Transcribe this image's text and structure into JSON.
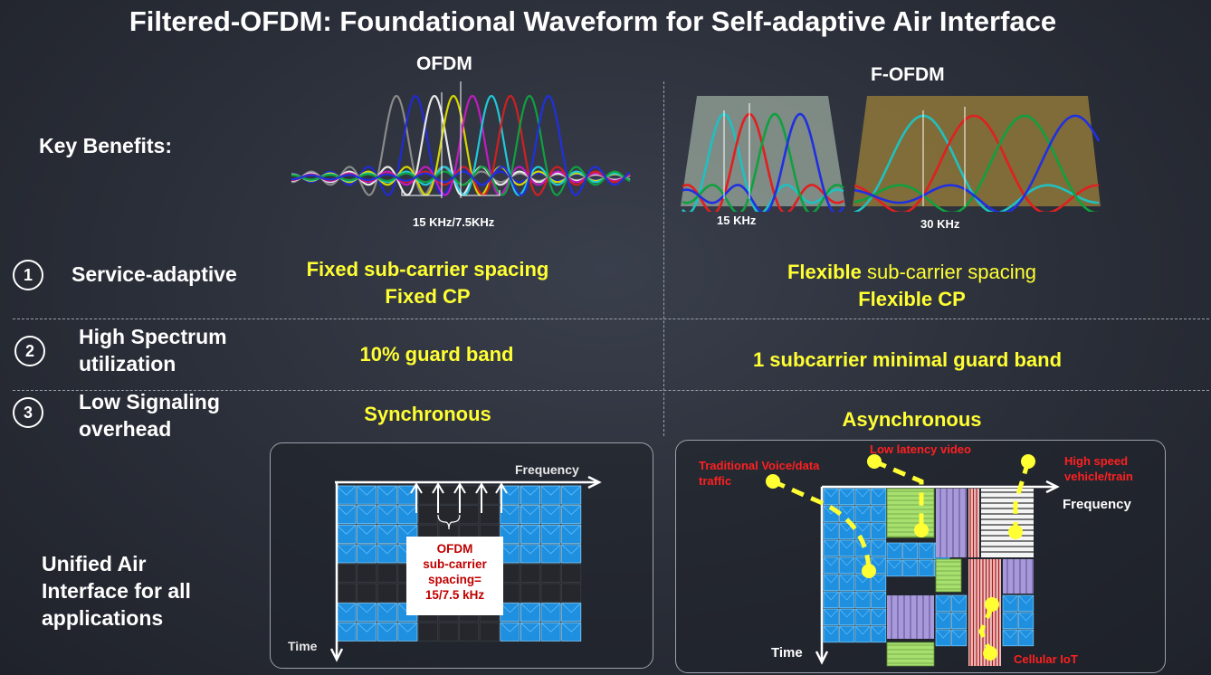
{
  "title": "Filtered-OFDM: Foundational Waveform for Self-adaptive Air Interface",
  "columns": {
    "ofdm": "OFDM",
    "fofdm": "F-OFDM"
  },
  "key_benefits": "Key Benefits:",
  "waveform_labels": {
    "ofdm_spacing": "15 KHz/7.5KHz",
    "fofdm_spacing_1": "15 KHz",
    "fofdm_spacing_2": "30 KHz"
  },
  "rows": [
    {
      "number": "1",
      "label": "Service-adaptive",
      "ofdm_line1": "Fixed sub-carrier spacing",
      "ofdm_line2": "Fixed CP",
      "fofdm_line1_bold": "Flexible",
      "fofdm_line1_rest": " sub-carrier spacing",
      "fofdm_line2": "Flexible CP"
    },
    {
      "number": "2",
      "label_line1": "High Spectrum",
      "label_line2": "utilization",
      "ofdm": "10% guard band",
      "fofdm": "1 subcarrier minimal guard band"
    },
    {
      "number": "3",
      "label_line1": "Low Signaling",
      "label_line2": "overhead",
      "ofdm": "Synchronous",
      "fofdm": "Asynchronous"
    }
  ],
  "unified": {
    "line1": "Unified Air",
    "line2": "Interface for all",
    "line3": "applications"
  },
  "ofdm_grid": {
    "frequency": "Frequency",
    "time": "Time",
    "box_line1": "OFDM",
    "box_line2": "sub-carrier",
    "box_line3": "spacing=",
    "box_line4": "15/7.5 kHz"
  },
  "fofdm_grid": {
    "frequency": "Frequency",
    "time": "Time",
    "traditional_line1": "Traditional Voice/data",
    "traditional_line2": "traffic",
    "low_latency": "Low latency video",
    "high_speed_line1": "High speed",
    "high_speed_line2": "vehicle/train",
    "cellular_iot": "Cellular IoT"
  },
  "colors": {
    "highlight": "#ffff33",
    "annotation_red": "#ff2020",
    "grid_blue": "#1f8fe0"
  }
}
